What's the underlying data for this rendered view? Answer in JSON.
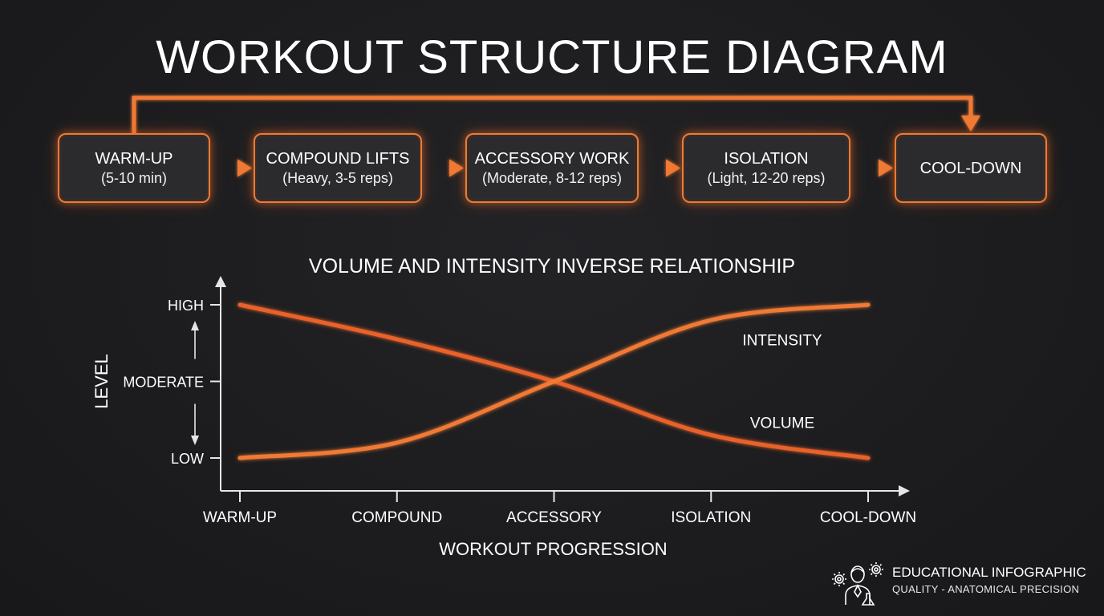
{
  "title": "WORKOUT STRUCTURE DIAGRAM",
  "colors": {
    "accent": "#f07a34",
    "background": "#1c1c1e",
    "box_fill": "#2b2b2e",
    "text": "#ffffff",
    "axis": "#e6e6e6"
  },
  "flow": {
    "stages": [
      {
        "name": "WARM-UP",
        "detail": "(5-10 min)"
      },
      {
        "name": "COMPOUND LIFTS",
        "detail": "(Heavy, 3-5 reps)"
      },
      {
        "name": "ACCESSORY WORK",
        "detail": "(Moderate, 8-12 reps)"
      },
      {
        "name": "ISOLATION",
        "detail": "(Light, 12-20 reps)"
      },
      {
        "name": "COOL-DOWN",
        "detail": ""
      }
    ],
    "loop_arrow": {
      "from": "WARM-UP",
      "to": "COOL-DOWN"
    }
  },
  "chart_data": {
    "type": "line",
    "title": "VOLUME AND INTENSITY INVERSE RELATIONSHIP",
    "xlabel": "WORKOUT PROGRESSION",
    "ylabel": "LEVEL",
    "categories": [
      "WARM-UP",
      "COMPOUND",
      "ACCESSORY",
      "ISOLATION",
      "COOL-DOWN"
    ],
    "y_ticks": [
      "LOW",
      "MODERATE",
      "HIGH"
    ],
    "ylim": [
      0,
      2
    ],
    "grid": false,
    "series": [
      {
        "name": "VOLUME",
        "values": [
          2.0,
          1.55,
          1.0,
          0.3,
          0.0
        ],
        "color": "#e8622c"
      },
      {
        "name": "INTENSITY",
        "values": [
          0.0,
          0.2,
          1.0,
          1.8,
          2.0
        ],
        "color": "#f07a34"
      }
    ]
  },
  "footer": {
    "line1": "EDUCATIONAL INFOGRAPHIC",
    "line2": "QUALITY - ANATOMICAL PRECISION",
    "icon": "scientist-gears-icon"
  }
}
